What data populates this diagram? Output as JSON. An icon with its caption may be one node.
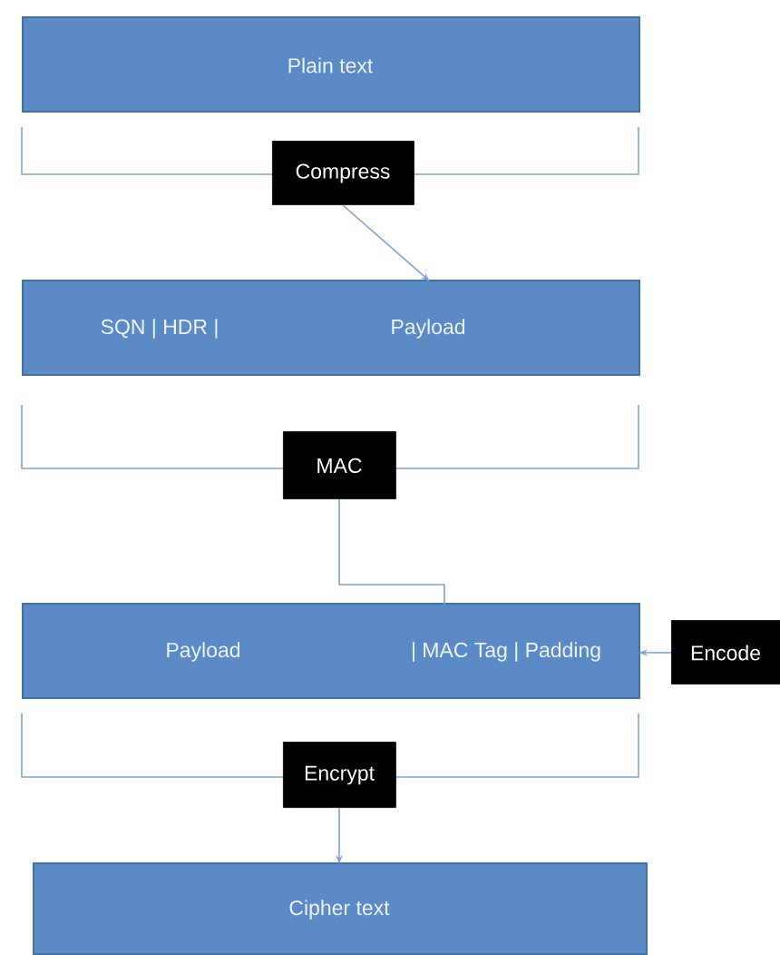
{
  "diagram": {
    "nodes": [
      {
        "text": [
          "Plain text"
        ]
      },
      {
        "text": [
          "Compress"
        ]
      },
      {
        "text": [
          "SQN | HDR |",
          "Payload"
        ]
      },
      {
        "text": [
          "MAC"
        ]
      },
      {
        "text": [
          "Payload",
          "| MAC Tag | Padding"
        ]
      },
      {
        "text": [
          "Encode"
        ]
      },
      {
        "text": [
          "Encrypt"
        ]
      },
      {
        "text": [
          "Cipher text"
        ]
      }
    ],
    "edges": [
      {
        "from": 1,
        "to": 2,
        "arrow": "to"
      },
      {
        "from": 3,
        "to": 4,
        "arrow": "none"
      },
      {
        "from": 5,
        "to": 4,
        "arrow": "to"
      },
      {
        "from": 6,
        "to": 7,
        "arrow": "to"
      }
    ]
  }
}
